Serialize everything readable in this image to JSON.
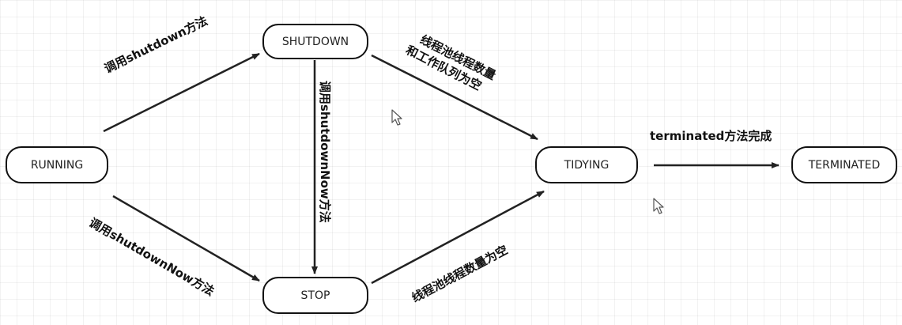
{
  "states": {
    "running": "RUNNING",
    "shutdown": "SHUTDOWN",
    "stop": "STOP",
    "tidying": "TIDYING",
    "terminated": "TERMINATED"
  },
  "transitions": {
    "running_to_shutdown": "调用shutdown方法",
    "running_to_stop": "调用shutdownNow方法",
    "shutdown_to_stop": "调用shutdownNow方法",
    "shutdown_to_tidying_line1": "线程池线程数量",
    "shutdown_to_tidying_line2": "和工作队列为空",
    "stop_to_tidying": "线程池线程数量为空",
    "tidying_to_terminated": "terminated方法完成"
  },
  "icons": {
    "cursor_1": "mouse-pointer-icon",
    "cursor_2": "mouse-pointer-icon"
  }
}
